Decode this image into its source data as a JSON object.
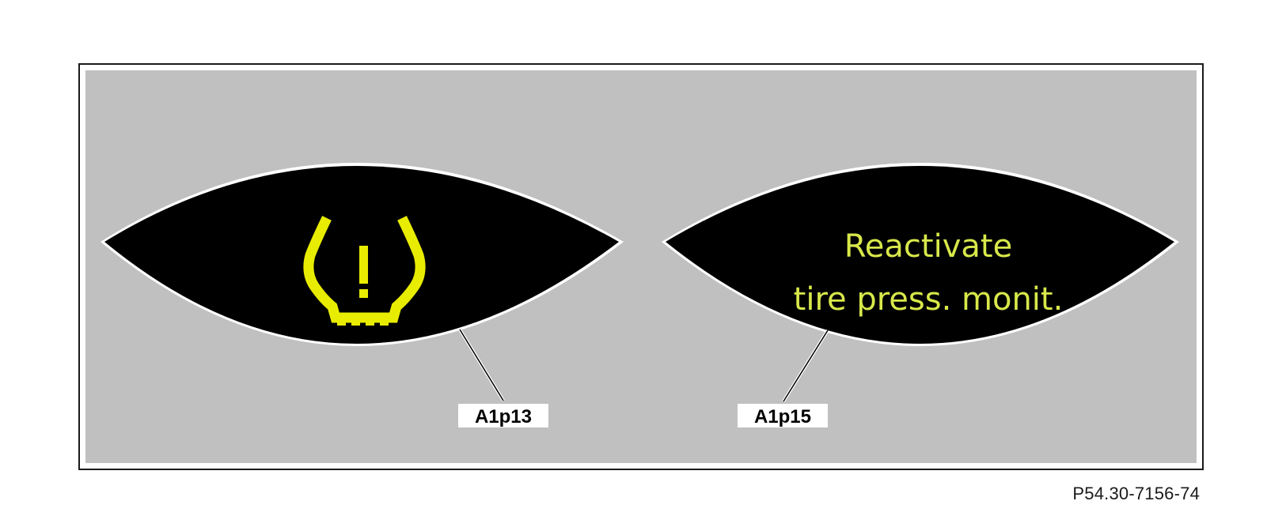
{
  "displays": [
    {
      "id": "left-display",
      "content": "warning-symbol",
      "icon": "tire-pressure-warning-icon",
      "callout": "A1p13"
    },
    {
      "id": "right-display",
      "content": "text",
      "lines": [
        "Reactivate",
        "tire press. monit."
      ],
      "callout": "A1p15"
    }
  ],
  "reference_code": "P54.30-7156-74",
  "colors": {
    "panel_background": "#c0c0c0",
    "display_background": "#000000",
    "warning_icon": "#e8ec00",
    "display_text": "#d8e84a",
    "frame": "#1a1a1a"
  }
}
